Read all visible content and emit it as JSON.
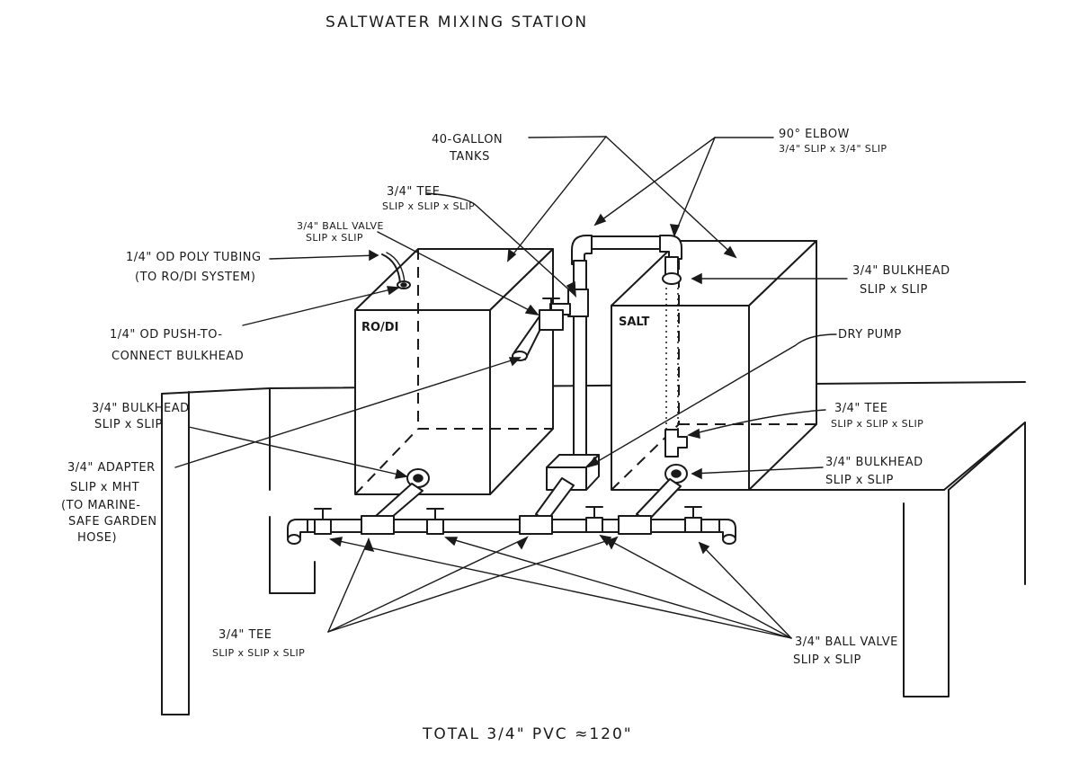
{
  "title": "SALTWATER MIXING STATION",
  "footer": "TOTAL 3/4\" PVC ≈120\"",
  "tanks": {
    "left_label": "RO/DI",
    "right_label": "SALT"
  },
  "labels": {
    "forty_gallon": [
      "40-GALLON",
      "TANKS"
    ],
    "elbow": [
      "90° ELBOW",
      "3/4\" SLIP x 3/4\" SLIP"
    ],
    "tee_top": [
      "3/4\" TEE",
      "SLIP x SLIP x SLIP"
    ],
    "ball_valve_top": [
      "3/4\" BALL VALVE",
      "SLIP x SLIP"
    ],
    "poly_tubing": [
      "1/4\" OD POLY TUBING",
      "(TO RO/DI SYSTEM)"
    ],
    "push_connect": [
      "1/4\" OD PUSH-TO-",
      "CONNECT BULKHEAD"
    ],
    "bulkhead_left": [
      "3/4\" BULKHEAD",
      "SLIP x SLIP"
    ],
    "adapter": [
      "3/4\" ADAPTER",
      "SLIP x MHT",
      "(TO MARINE-",
      "SAFE GARDEN",
      "HOSE)"
    ],
    "bulkhead_right_top": [
      "3/4\" BULKHEAD",
      "SLIP x SLIP"
    ],
    "dry_pump": [
      "DRY PUMP"
    ],
    "tee_right": [
      "3/4\" TEE",
      "SLIP x SLIP x SLIP"
    ],
    "bulkhead_right_low": [
      "3/4\" BULKHEAD",
      "SLIP x SLIP"
    ],
    "tee_bottom": [
      "3/4\" TEE",
      "SLIP x SLIP x SLIP"
    ],
    "ball_valve_bottom": [
      "3/4\" BALL VALVE",
      "SLIP x SLIP"
    ]
  }
}
